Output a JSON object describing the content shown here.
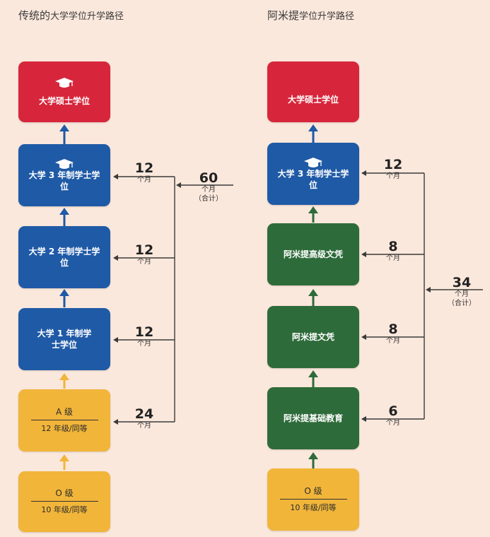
{
  "left": {
    "title_main": "传统的",
    "title_small": "大学学位升学路径",
    "boxes": [
      {
        "label": "大学硕士学位",
        "icon": "graduation-cap-icon",
        "color": "#d7263b"
      },
      {
        "label": "大学 3 年制学士学位",
        "icon": "graduation-cap-icon",
        "color": "#1f5aa6"
      },
      {
        "label": "大学 2 年制学士学位",
        "color": "#1f5aa6"
      },
      {
        "label": "大学 1 年制学士学位",
        "color": "#1f5aa6"
      },
      {
        "label": "A 级",
        "sub": "12 年级/同等",
        "color": "#f1b53a"
      },
      {
        "label": "O 级",
        "sub": "10 年级/同等",
        "color": "#f1b53a"
      }
    ],
    "durations": [
      {
        "num": "12",
        "unit": "个月"
      },
      {
        "num": "12",
        "unit": "个月"
      },
      {
        "num": "12",
        "unit": "个月"
      },
      {
        "num": "24",
        "unit": "个月"
      }
    ],
    "total": {
      "num": "60",
      "unit": "个月",
      "note": "（合计）"
    }
  },
  "right": {
    "title_main": "阿米提",
    "title_small": "学位升学路径",
    "boxes": [
      {
        "label": "大学硕士学位",
        "color": "#d7263b"
      },
      {
        "label": "大学 3 年制学士学位",
        "icon": "graduation-cap-icon",
        "color": "#1f5aa6"
      },
      {
        "label": "阿米提高级文凭",
        "color": "#2e6b3a"
      },
      {
        "label": "阿米提文凭",
        "color": "#2e6b3a"
      },
      {
        "label": "阿米提基础教育",
        "color": "#2e6b3a"
      },
      {
        "label": "O 级",
        "sub": "10 年级/同等",
        "color": "#f1b53a"
      }
    ],
    "durations": [
      {
        "num": "12",
        "unit": "个月"
      },
      {
        "num": "8",
        "unit": "个月"
      },
      {
        "num": "8",
        "unit": "个月"
      },
      {
        "num": "6",
        "unit": "个月"
      }
    ],
    "total": {
      "num": "34",
      "unit": "个月",
      "note": "（合计）"
    }
  },
  "colors": {
    "background": "#fbe8dc",
    "arrow_blue": "#1f5aa6",
    "arrow_green": "#2e6b3a",
    "arrow_yellow": "#f1b53a",
    "line": "#3a3a3a"
  }
}
